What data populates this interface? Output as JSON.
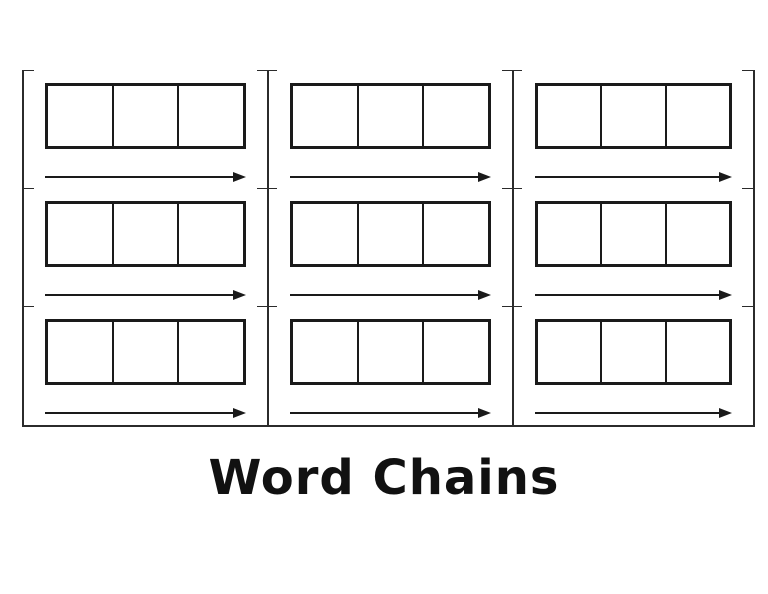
{
  "title": "Word Chains",
  "grid": {
    "rows": 3,
    "cols": 3,
    "cards": 9,
    "boxes_per_chain": 3,
    "arrow_icon": "arrow-right-icon",
    "arrow_direction": "right"
  },
  "colors": {
    "ink": "#1a1a1a",
    "background": "#ffffff"
  }
}
